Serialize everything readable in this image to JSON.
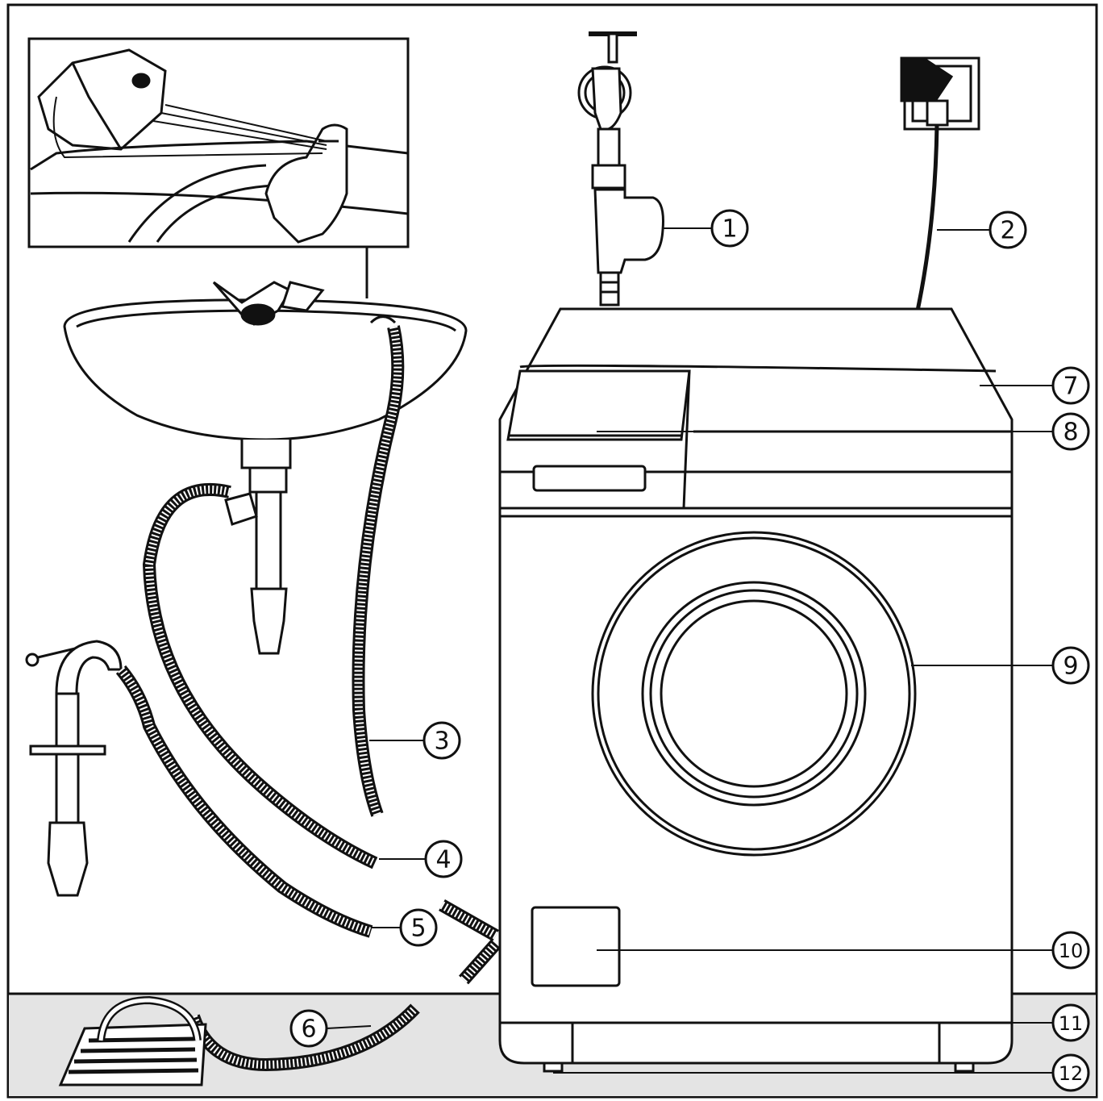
{
  "colors": {
    "line": "#111111",
    "floor": "#e4e4e4",
    "background": "#ffffff"
  },
  "callouts": [
    {
      "id": "1",
      "label": "1"
    },
    {
      "id": "2",
      "label": "2"
    },
    {
      "id": "3",
      "label": "3"
    },
    {
      "id": "4",
      "label": "4"
    },
    {
      "id": "5",
      "label": "5"
    },
    {
      "id": "6",
      "label": "6"
    },
    {
      "id": "7",
      "label": "7"
    },
    {
      "id": "8",
      "label": "8"
    },
    {
      "id": "9",
      "label": "9"
    },
    {
      "id": "10",
      "label": "10"
    },
    {
      "id": "11",
      "label": "11"
    },
    {
      "id": "12",
      "label": "12"
    }
  ]
}
